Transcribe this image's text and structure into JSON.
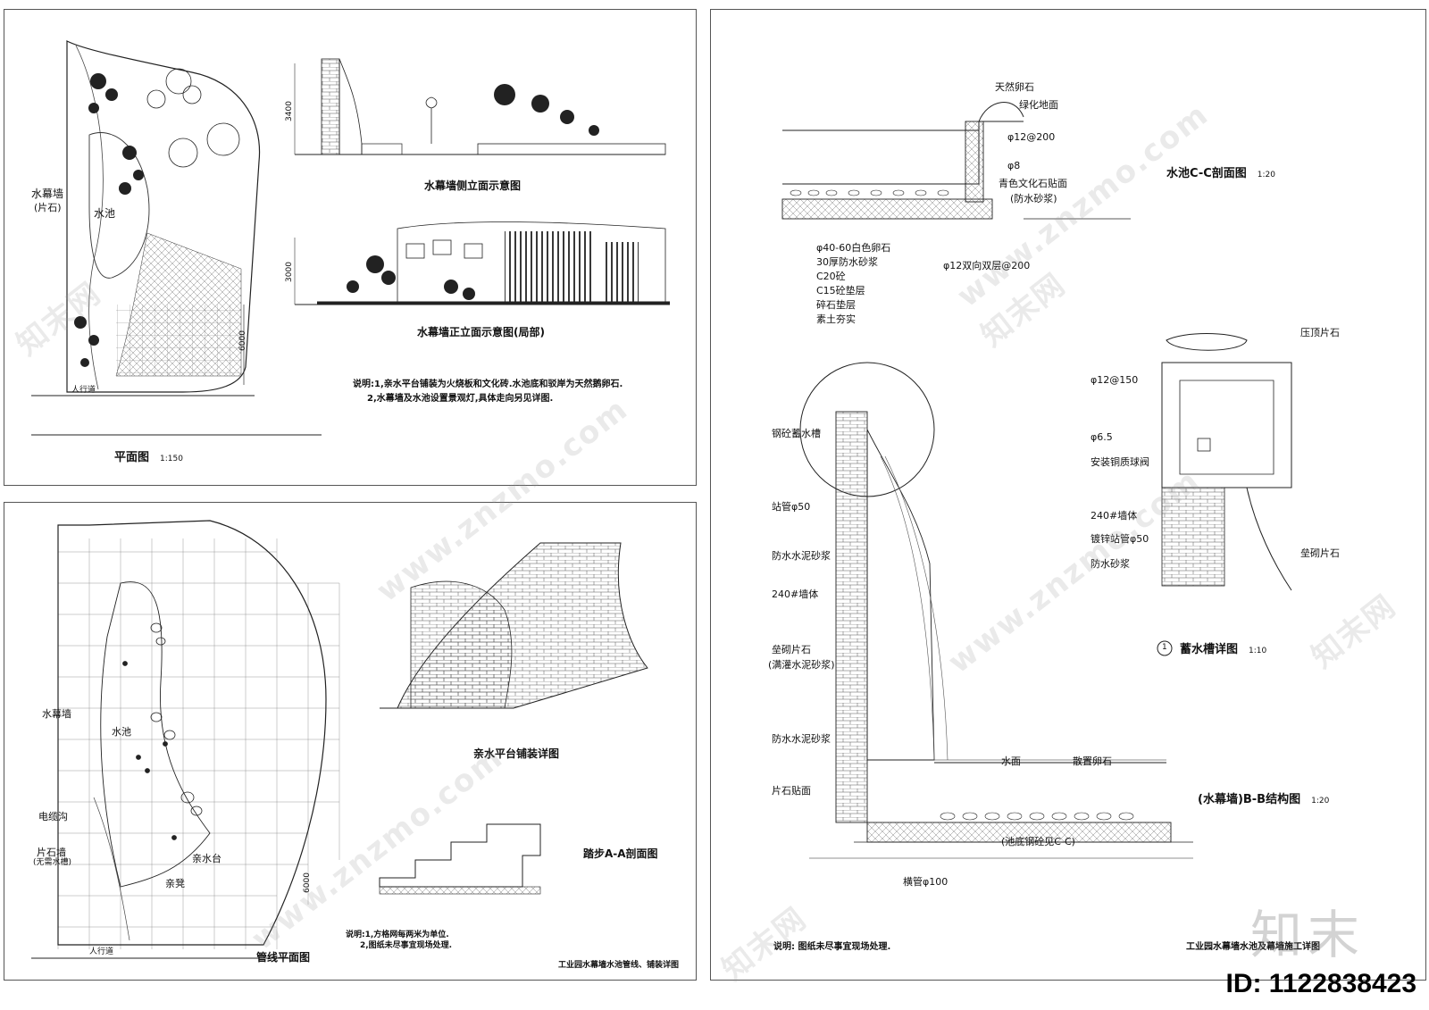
{
  "sheets": {
    "plan": {
      "title": "平面图",
      "scale": "1:150",
      "labels": {
        "water_curtain_wall": "水幕墙",
        "stone_sub": "(片石)",
        "pool": "水池",
        "sidewalk": "人行道",
        "dim_6000": "6000"
      }
    },
    "elevations": {
      "side_title": "水幕墙侧立面示意图",
      "front_title": "水幕墙正立面示意图(局部)",
      "dim_3400": "3400",
      "dim_3000": "3000",
      "notes": [
        "说明:1,亲水平台铺装为火烧板和文化砖.水池底和驳岸为天然鹅卵石.",
        "2,水幕墙及水池设置景观灯,具体走向另见详图."
      ]
    },
    "pipe_plan": {
      "title": "管线平面图",
      "sheet_title": "工业园水幕墙水池管线、铺装详图",
      "labels": {
        "curtain_wall": "水幕墙",
        "pool": "水池",
        "platform": "亲水台",
        "bench": "亲凳",
        "stone_wall": "片石墙",
        "stone_wall_sub": "(无需水槽)",
        "ditch": "电缆沟",
        "sidewalk": "人行道",
        "dim_6000": "6000"
      },
      "paving_title": "亲水平台铺装详图",
      "step_title": "踏步A-A剖面图",
      "notes": [
        "说明:1,方格网每两米为单位.",
        "2,图纸未尽事宜现场处理."
      ]
    },
    "structure": {
      "section_cc_title": "水池C-C剖面图",
      "section_cc_scale": "1:20",
      "cc_labels": {
        "pebble": "天然卵石",
        "green": "绿化地面",
        "rebar1": "φ12@200",
        "rebar2": "φ8",
        "tile": "青色文化石贴面",
        "tile_sub": "(防水砂浆)",
        "rebar3": "φ12双向双层@200"
      },
      "cc_layers": [
        "φ40-60白色卵石",
        "30厚防水砂浆",
        "C20砼",
        "C15砼垫层",
        "碎石垫层",
        "素土夯实"
      ],
      "tank_title": "蓄水槽详图",
      "tank_scale": "1:10",
      "tank_labels": {
        "cap": "压顶片石",
        "rebar1": "φ12@150",
        "rebar2": "φ6.5",
        "valve": "安装铜质球阀",
        "wall": "240#墙体",
        "pipe": "镀锌站管φ50",
        "mortar": "防水砂浆",
        "stone": "垒砌片石"
      },
      "bb_title": "(水幕墙)B-B结构图",
      "bb_scale": "1:20",
      "bb_labels": {
        "tank": "钢砼蓄水槽",
        "pipe": "站管φ50",
        "mortar1": "防水水泥砂浆",
        "wall": "240#墙体",
        "stone": "垒砌片石",
        "stone_sub": "(满灌水泥砂浆)",
        "mortar2": "防水水泥砂浆",
        "veneer": "片石贴面",
        "water": "水面",
        "scatter": "散置卵石",
        "bottom": "(池底钢砼见C-C)",
        "horizontal_pipe": "横管φ100"
      },
      "bottom_note": "说明: 图纸未尽事宜现场处理.",
      "sheet_title": "工业园水幕墙水池及幕墙施工详图",
      "circle_num": "1"
    }
  },
  "watermark": {
    "site": "www.znzmo.com",
    "brand": "知末网",
    "logo": "知末",
    "id": "ID: 1122838423"
  }
}
